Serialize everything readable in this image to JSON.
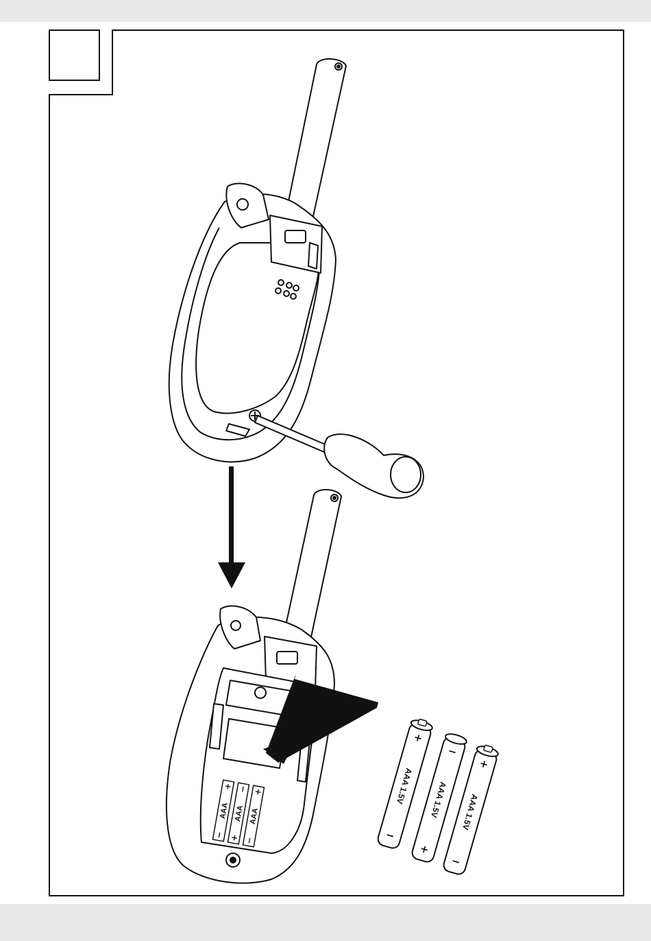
{
  "figure": {
    "step_number": "",
    "batteries": [
      {
        "label": "AAA 1.5V",
        "plus": "+",
        "minus": "−"
      },
      {
        "label": "AAA 1.5V",
        "plus": "+",
        "minus": "−"
      },
      {
        "label": "AAA 1.5V",
        "plus": "+",
        "minus": "−"
      }
    ],
    "compartment_cells": [
      {
        "label": "AAA",
        "plus": "+",
        "minus": "−"
      },
      {
        "label": "AAA",
        "plus": "+",
        "minus": "−"
      },
      {
        "label": "AAA",
        "plus": "+",
        "minus": "−"
      }
    ]
  }
}
